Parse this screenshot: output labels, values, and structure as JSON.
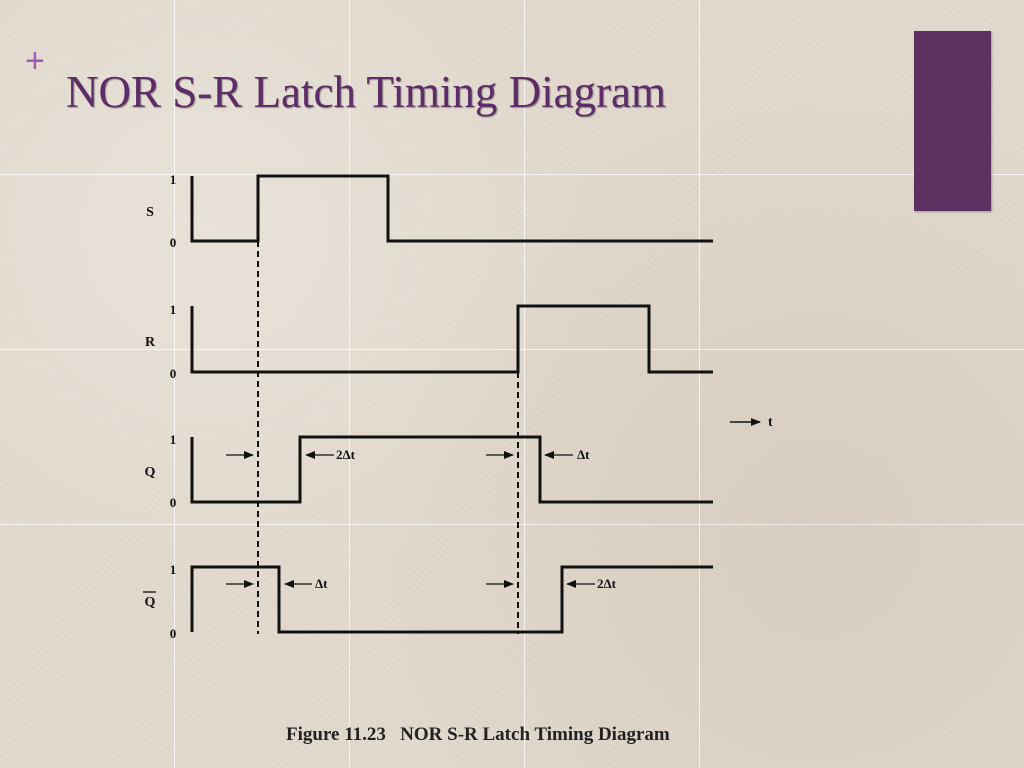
{
  "slide": {
    "bullet": "+",
    "title": "NOR S-R Latch Timing Diagram",
    "accent_color": "#5e3062",
    "title_color": "#5e2c68"
  },
  "diagram": {
    "time_label": "t",
    "signals": [
      {
        "name": "S",
        "overline": false,
        "high_label": "1",
        "low_label": "0"
      },
      {
        "name": "R",
        "overline": false,
        "high_label": "1",
        "low_label": "0"
      },
      {
        "name": "Q",
        "overline": false,
        "high_label": "1",
        "low_label": "0"
      },
      {
        "name": "Q",
        "overline": true,
        "high_label": "1",
        "low_label": "0"
      }
    ],
    "delays": {
      "q_rise": "2Δt",
      "q_fall": "Δt",
      "qbar_fall": "Δt",
      "qbar_rise": "2Δt"
    },
    "caption": "Figure 11.23   NOR S-R Latch Timing Diagram"
  }
}
